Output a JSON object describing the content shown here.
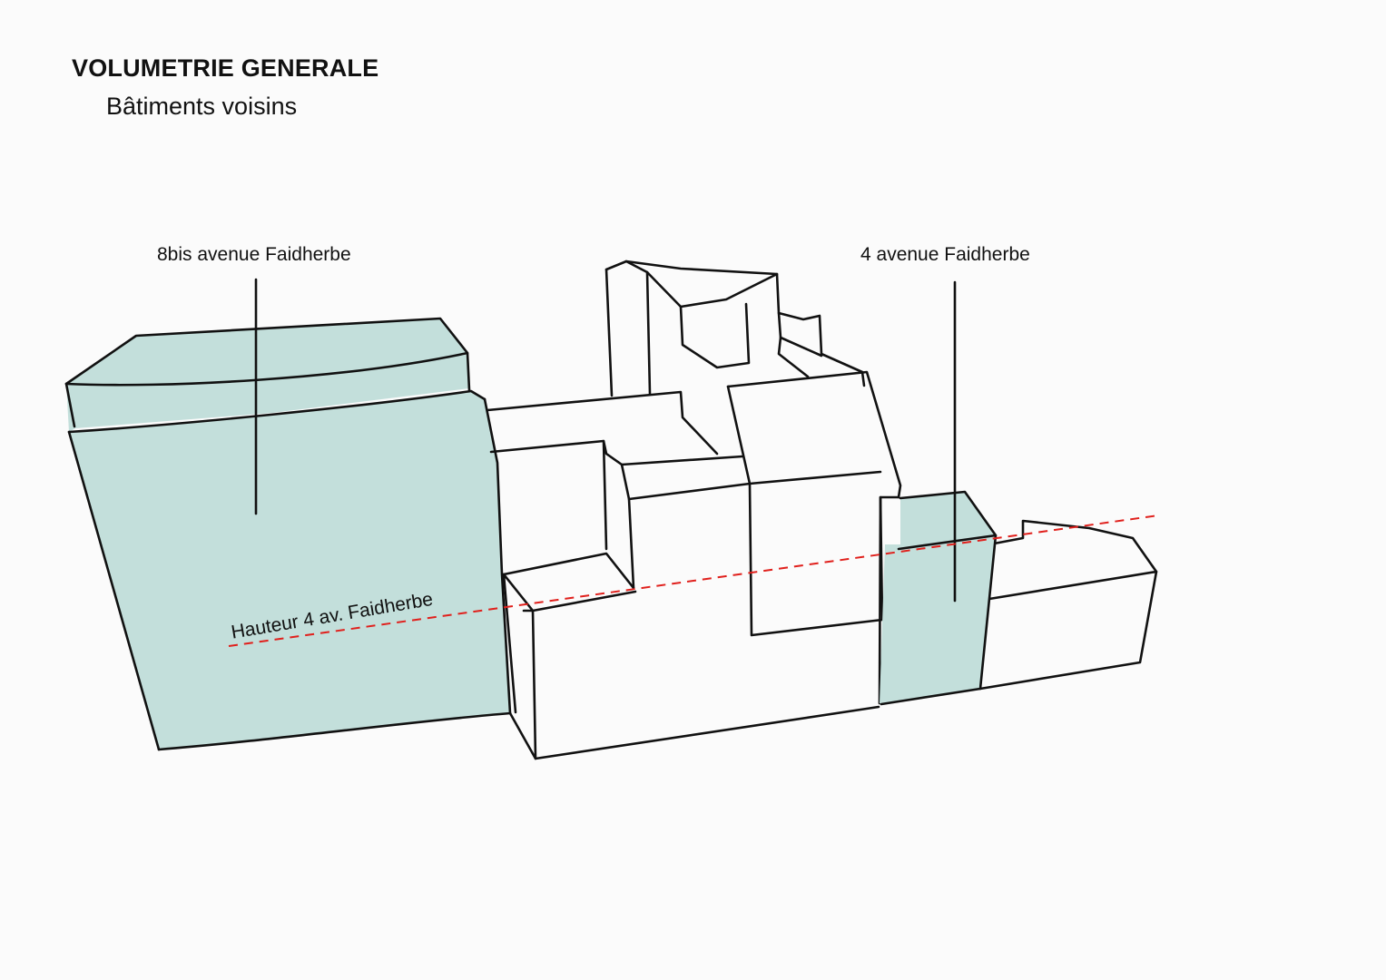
{
  "title": "VOLUMETRIE GENERALE",
  "subtitle": "Bâtiments voisins",
  "labels": {
    "left_building": "8bis avenue Faidherbe",
    "right_building": "4 avenue Faidherbe",
    "height_line": "Hauteur 4 av. Faidherbe"
  },
  "colors": {
    "neighbor_fill": "#c3dfdb",
    "height_line": "#e0201c",
    "stroke": "#111111",
    "background": "#fbfbfb"
  }
}
